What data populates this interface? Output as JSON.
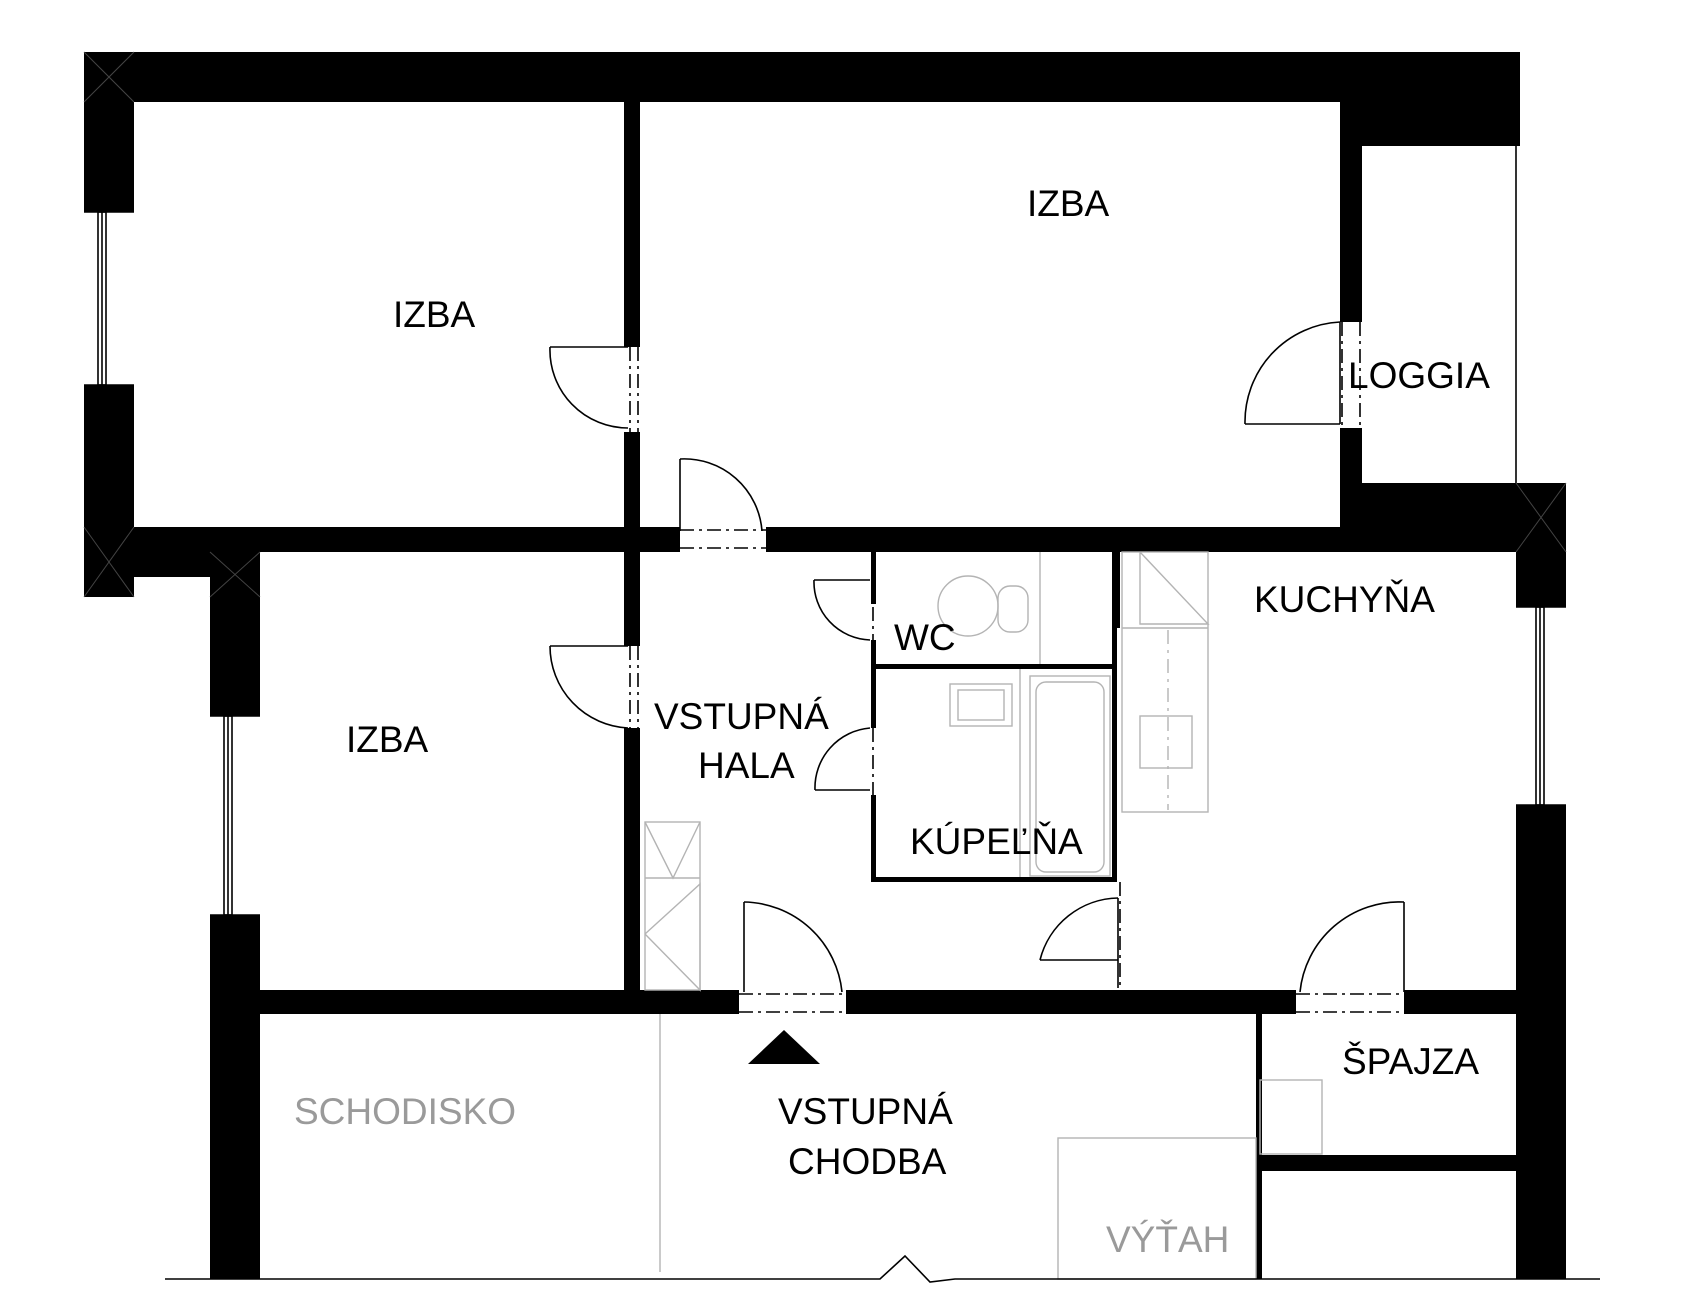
{
  "rooms": {
    "izba_top_left": "IZBA",
    "izba_top_middle": "IZBA",
    "izba_bottom_left": "IZBA",
    "loggia": "LOGGIA",
    "wc": "WC",
    "vstupna_hala_line1": "VSTUPNÁ",
    "vstupna_hala_line2": "HALA",
    "kupelna": "KÚPEĽŇA",
    "kuchyna": "KUCHYŇA",
    "spajza": "ŠPAJZA",
    "schodisko": "SCHODISKO",
    "vstupna_chodba_line1": "VSTUPNÁ",
    "vstupna_chodba_line2": "CHODBA",
    "vytah": "VÝŤAH"
  },
  "colors": {
    "wall": "#000000",
    "background": "#ffffff",
    "common_area_text": "#9a9a9a",
    "fixture_lines": "#b4b4b4"
  }
}
